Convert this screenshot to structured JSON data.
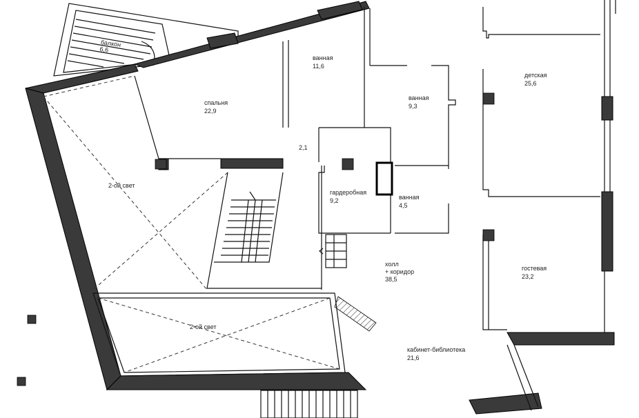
{
  "rooms": [
    {
      "id": "balcony",
      "name": "балкон",
      "area": "6,6"
    },
    {
      "id": "bedroom",
      "name": "спальня",
      "area": "22,9"
    },
    {
      "id": "bath1",
      "name": "ванная",
      "area": "11,6"
    },
    {
      "id": "bath2",
      "name": "ванная",
      "area": "9,3"
    },
    {
      "id": "nursery",
      "name": "детская",
      "area": "25,6"
    },
    {
      "id": "passage",
      "name": "",
      "area": "2,1"
    },
    {
      "id": "light1",
      "name": "2-ой свет",
      "area": ""
    },
    {
      "id": "wardrobe",
      "name": "гардеробная",
      "area": "9,2"
    },
    {
      "id": "bath3",
      "name": "ванная",
      "area": "4,5"
    },
    {
      "id": "hall",
      "name": "холл",
      "name2": "+ коридор",
      "area": "38,5"
    },
    {
      "id": "guest",
      "name": "гостевая",
      "area": "23,2"
    },
    {
      "id": "light2",
      "name": "2-ой свет",
      "area": ""
    },
    {
      "id": "library",
      "name": "кабинет-библиотека",
      "area": "21,6"
    }
  ],
  "colors": {
    "wall": "#3a3a3a",
    "line": "#111111",
    "background": "#ffffff"
  }
}
